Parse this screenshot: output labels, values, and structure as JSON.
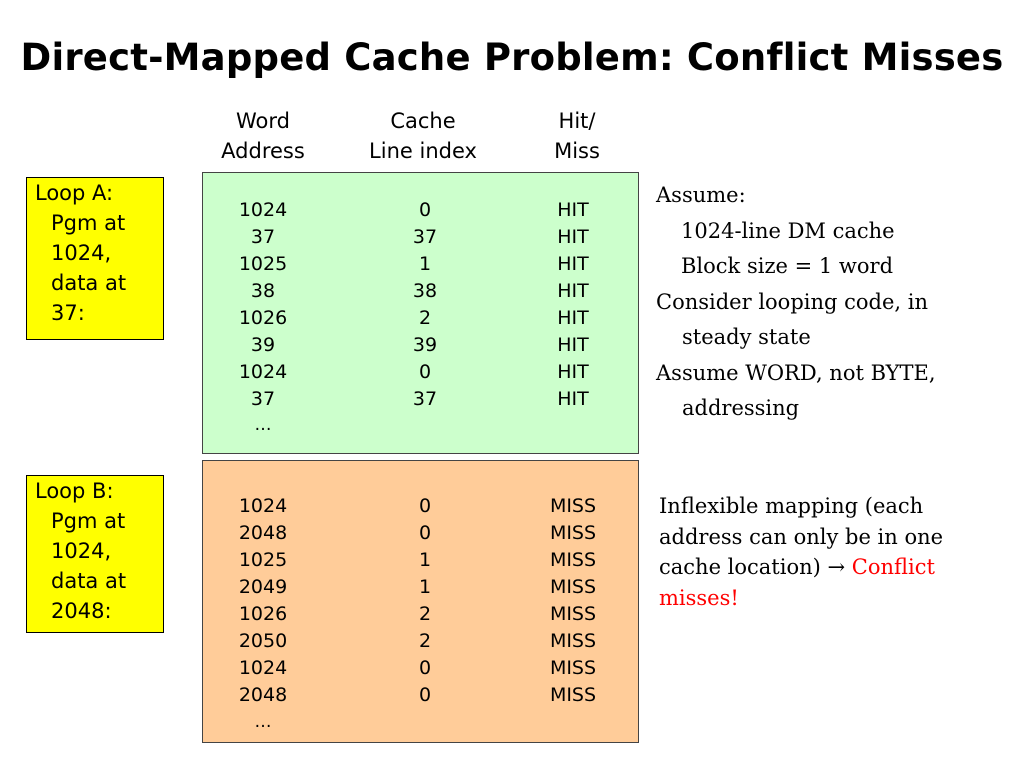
{
  "title": "Direct-Mapped Cache Problem: Conflict Misses",
  "headers": {
    "word_address": [
      "Word",
      "Address"
    ],
    "cache_line_index": [
      "Cache",
      "Line index"
    ],
    "hit_miss": [
      "Hit/",
      "Miss"
    ]
  },
  "loop_a": {
    "label_lines": [
      "Loop A:",
      "Pgm at",
      "1024,",
      "data at",
      "37:"
    ],
    "rows": [
      [
        "1024",
        "0",
        "HIT"
      ],
      [
        "37",
        "37",
        "HIT"
      ],
      [
        "1025",
        "1",
        "HIT"
      ],
      [
        "38",
        "38",
        "HIT"
      ],
      [
        "1026",
        "2",
        "HIT"
      ],
      [
        "39",
        "39",
        "HIT"
      ],
      [
        "1024",
        "0",
        "HIT"
      ],
      [
        "37",
        "37",
        "HIT"
      ]
    ],
    "ellipsis": "…"
  },
  "loop_b": {
    "label_lines": [
      "Loop B:",
      "Pgm at",
      "1024,",
      "data at",
      "2048:"
    ],
    "rows": [
      [
        "1024",
        "0",
        "MISS"
      ],
      [
        "2048",
        "0",
        "MISS"
      ],
      [
        "1025",
        "1",
        "MISS"
      ],
      [
        "2049",
        "1",
        "MISS"
      ],
      [
        "1026",
        "2",
        "MISS"
      ],
      [
        "2050",
        "2",
        "MISS"
      ],
      [
        "1024",
        "0",
        "MISS"
      ],
      [
        "2048",
        "0",
        "MISS"
      ]
    ],
    "ellipsis": "…"
  },
  "notes": {
    "lines": [
      "Assume:",
      "1024-line DM cache",
      "Block size = 1 word",
      "Consider looping code, in",
      "steady state",
      "Assume WORD, not BYTE,",
      "addressing"
    ]
  },
  "note2": {
    "line1": "Inflexible mapping (each",
    "line2": "address can only be in one",
    "line3_prefix": "cache location) ",
    "arrow": "→",
    "line3_red": " Conflict",
    "line4_red": "misses!"
  },
  "colors": {
    "loop_label_bg": "#ffff00",
    "loop_a_panel_bg": "#ccffcc",
    "loop_b_panel_bg": "#ffcc99",
    "emphasis_text": "#ff0000"
  }
}
